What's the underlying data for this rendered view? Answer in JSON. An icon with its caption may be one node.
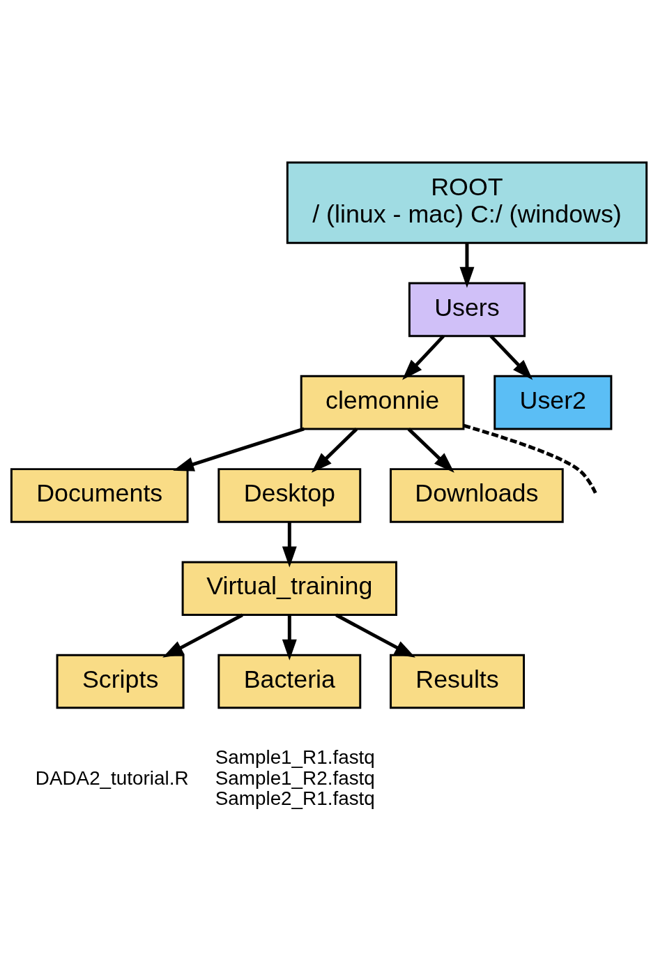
{
  "diagram": {
    "nodes": [
      {
        "text": [
          "ROOT",
          "/ (linux - mac) C:/ (windows)"
        ]
      },
      {
        "text": [
          "Users"
        ]
      },
      {
        "text": [
          "clemonnie"
        ]
      },
      {
        "text": [
          "User2"
        ]
      },
      {
        "text": [
          "Documents"
        ]
      },
      {
        "text": [
          "Desktop"
        ]
      },
      {
        "text": [
          "Downloads"
        ]
      },
      {
        "text": [
          "Virtual_training"
        ]
      },
      {
        "text": [
          "Scripts"
        ],
        "beside": [
          "DADA2_tutorial.R"
        ]
      },
      {
        "text": [
          "Bacteria"
        ],
        "beside": [
          "Sample1_R1.fastq",
          "Sample1_R2.fastq",
          "Sample2_R1.fastq"
        ]
      },
      {
        "text": [
          "Results"
        ]
      }
    ],
    "edges": [
      {
        "from": 0,
        "to": 1,
        "arrow": "to"
      },
      {
        "from": 1,
        "to": 2,
        "arrow": "to"
      },
      {
        "from": 1,
        "to": 3,
        "arrow": "to"
      },
      {
        "from": 2,
        "to": 4,
        "arrow": "to"
      },
      {
        "from": 2,
        "to": 5,
        "arrow": "to"
      },
      {
        "from": 2,
        "to": 6,
        "arrow": "to"
      },
      {
        "from": 2,
        "to": null,
        "arrow": "none",
        "style": "dashed"
      },
      {
        "from": 5,
        "to": 7,
        "arrow": "to"
      },
      {
        "from": 7,
        "to": 8,
        "arrow": "to"
      },
      {
        "from": 7,
        "to": 9,
        "arrow": "to"
      },
      {
        "from": 7,
        "to": 10,
        "arrow": "to"
      }
    ]
  }
}
